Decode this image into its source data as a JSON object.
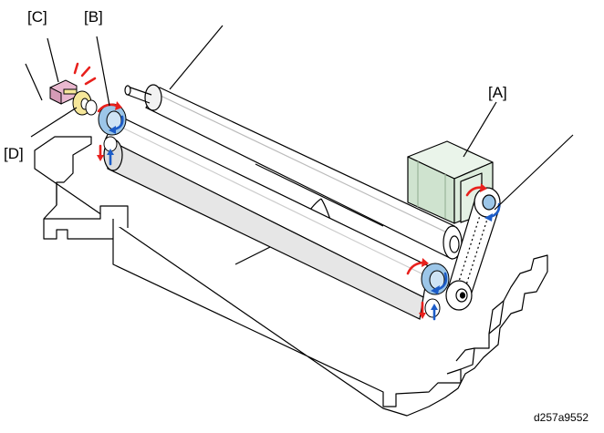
{
  "diagram": {
    "callouts": {
      "a": "[A]",
      "b": "[B]",
      "c": "[C]",
      "d": "[D]"
    },
    "figure_id": "d257a9552"
  },
  "colors": {
    "motor": "#d8ead8",
    "gear_blue": "#9cc6e8",
    "arrow_red": "#e8201c",
    "arrow_blue": "#1c5cc8",
    "sensor_pink": "#e9b8cf",
    "feeler_yellow": "#f6e79a",
    "roller_shade": "#e6e6e6",
    "line": "#000000"
  },
  "icons": [
    "motor-icon",
    "gear-icon",
    "belt-icon",
    "sensor-icon",
    "rotation-arrow-icon"
  ]
}
